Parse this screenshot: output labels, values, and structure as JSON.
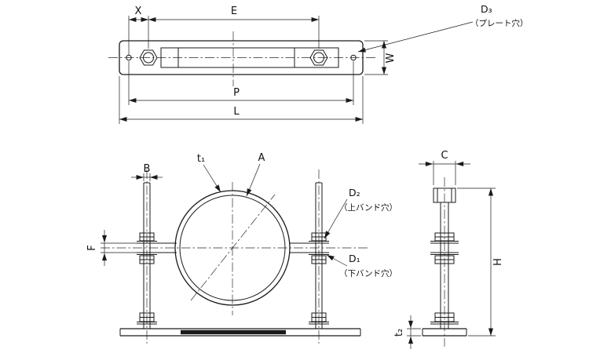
{
  "meta": {
    "description": "technical drawing of a pipe support band with plate (top, front, side views)",
    "background": "#ffffff",
    "line_color": "#1a1a1a"
  },
  "top_view": {
    "dim_x": "X",
    "dim_e": "E",
    "dim_w": "W",
    "dim_p": "P",
    "dim_l": "L",
    "d3_label": "D₃",
    "d3_note": "（プレート穴）"
  },
  "front_view": {
    "dim_b": "B",
    "t1_label": "t₁",
    "a_label": "A",
    "d2_label": "D₂",
    "d2_note": "（上バンド穴）",
    "d1_label": "D₁",
    "d1_note": "（下バンド穴）",
    "dim_f": "F"
  },
  "side_view": {
    "dim_c": "C",
    "dim_h": "H",
    "dim_t2": "t₂"
  }
}
